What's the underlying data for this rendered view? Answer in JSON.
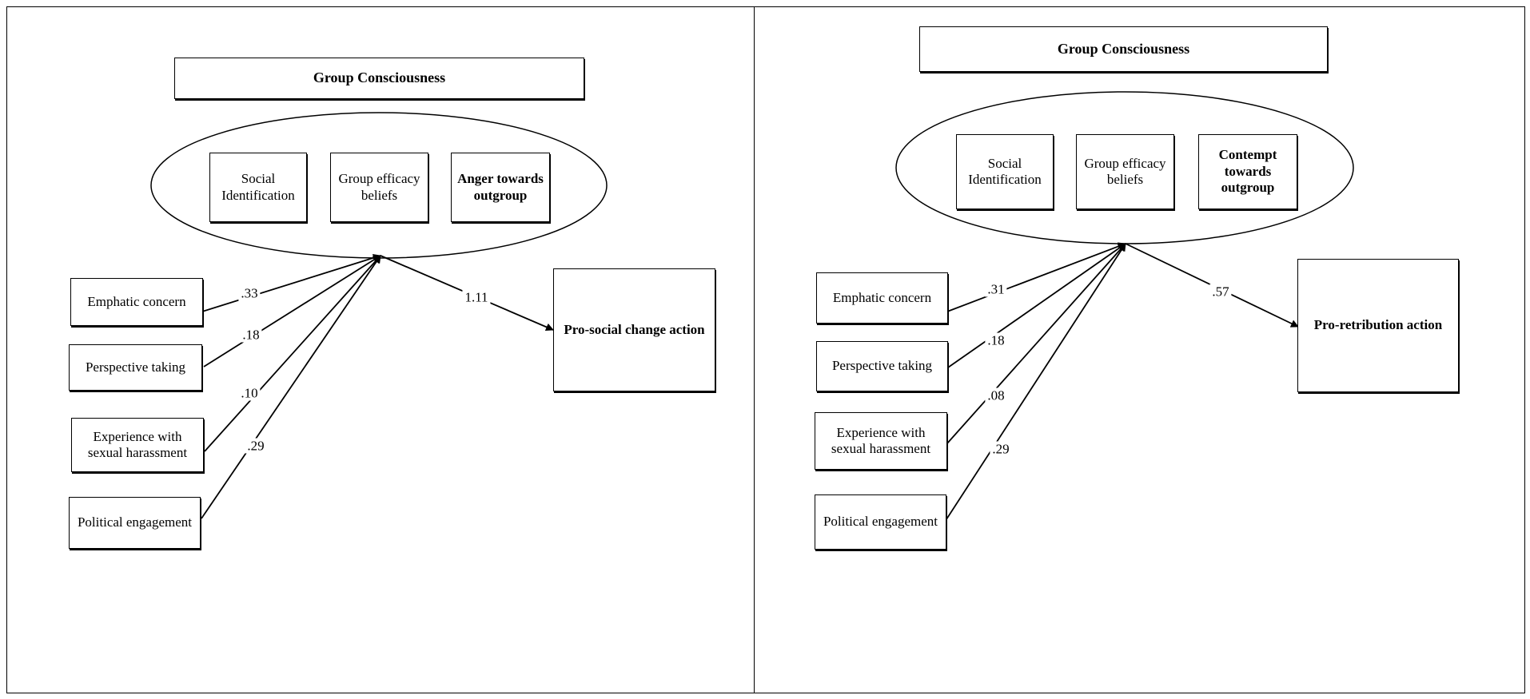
{
  "panels": [
    {
      "header": "Group Consciousness",
      "components": [
        "Social Identification",
        "Group efficacy beliefs",
        "Anger towards outgroup"
      ],
      "predictors": [
        {
          "label": "Emphatic concern",
          "coefficient": ".33"
        },
        {
          "label": "Perspective taking",
          "coefficient": ".18"
        },
        {
          "label": "Experience with sexual harassment",
          "coefficient": ".10"
        },
        {
          "label": "Political engagement",
          "coefficient": ".29"
        }
      ],
      "outcome": {
        "label": "Pro-social change action",
        "coefficient": "1.11"
      }
    },
    {
      "header": "Group Consciousness",
      "components": [
        "Social Identification",
        "Group efficacy beliefs",
        "Contempt towards outgroup"
      ],
      "predictors": [
        {
          "label": "Emphatic concern",
          "coefficient": ".31"
        },
        {
          "label": "Perspective taking",
          "coefficient": ".18"
        },
        {
          "label": "Experience with sexual harassment",
          "coefficient": ".08"
        },
        {
          "label": "Political engagement",
          "coefficient": ".29"
        }
      ],
      "outcome": {
        "label": "Pro-retribution action",
        "coefficient": ".57"
      }
    }
  ]
}
